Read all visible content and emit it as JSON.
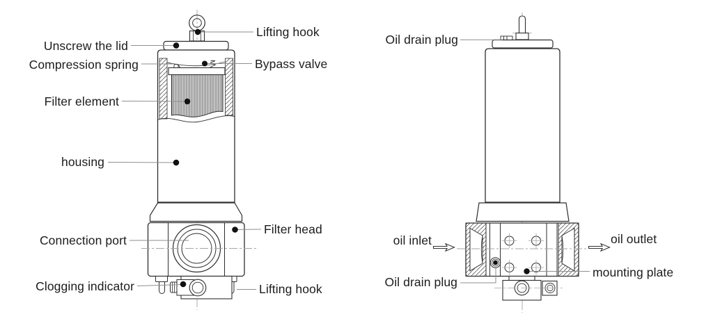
{
  "figure": {
    "type": "technical-diagram",
    "subject": "hydraulic filter assembly, sectional view and external side view"
  },
  "colors": {
    "background": "#ffffff",
    "outline": "#2e2e2e",
    "leader_line": "#8e8e8e",
    "centerline": "#a6a6a6",
    "label_text": "#1c1c1c",
    "callout_dot": "#111111"
  },
  "left_view": {
    "labels": {
      "unscrew_lid": "Unscrew the lid",
      "compression_spring": "Compression spring",
      "filter_element": "Filter element",
      "housing": "housing",
      "connection_port": "Connection port",
      "clogging_indicator": "Clogging indicator",
      "lifting_hook_top": "Lifting hook",
      "bypass_valve": "Bypass valve",
      "filter_head": "Filter head",
      "lifting_hook_bottom": "Lifting hook"
    }
  },
  "right_view": {
    "labels": {
      "oil_drain_plug_top": "Oil drain plug",
      "oil_inlet": "oil inlet",
      "oil_drain_plug_bottom": "Oil drain plug",
      "oil_outlet": "oil outlet",
      "mounting_plate": "mounting plate"
    }
  }
}
